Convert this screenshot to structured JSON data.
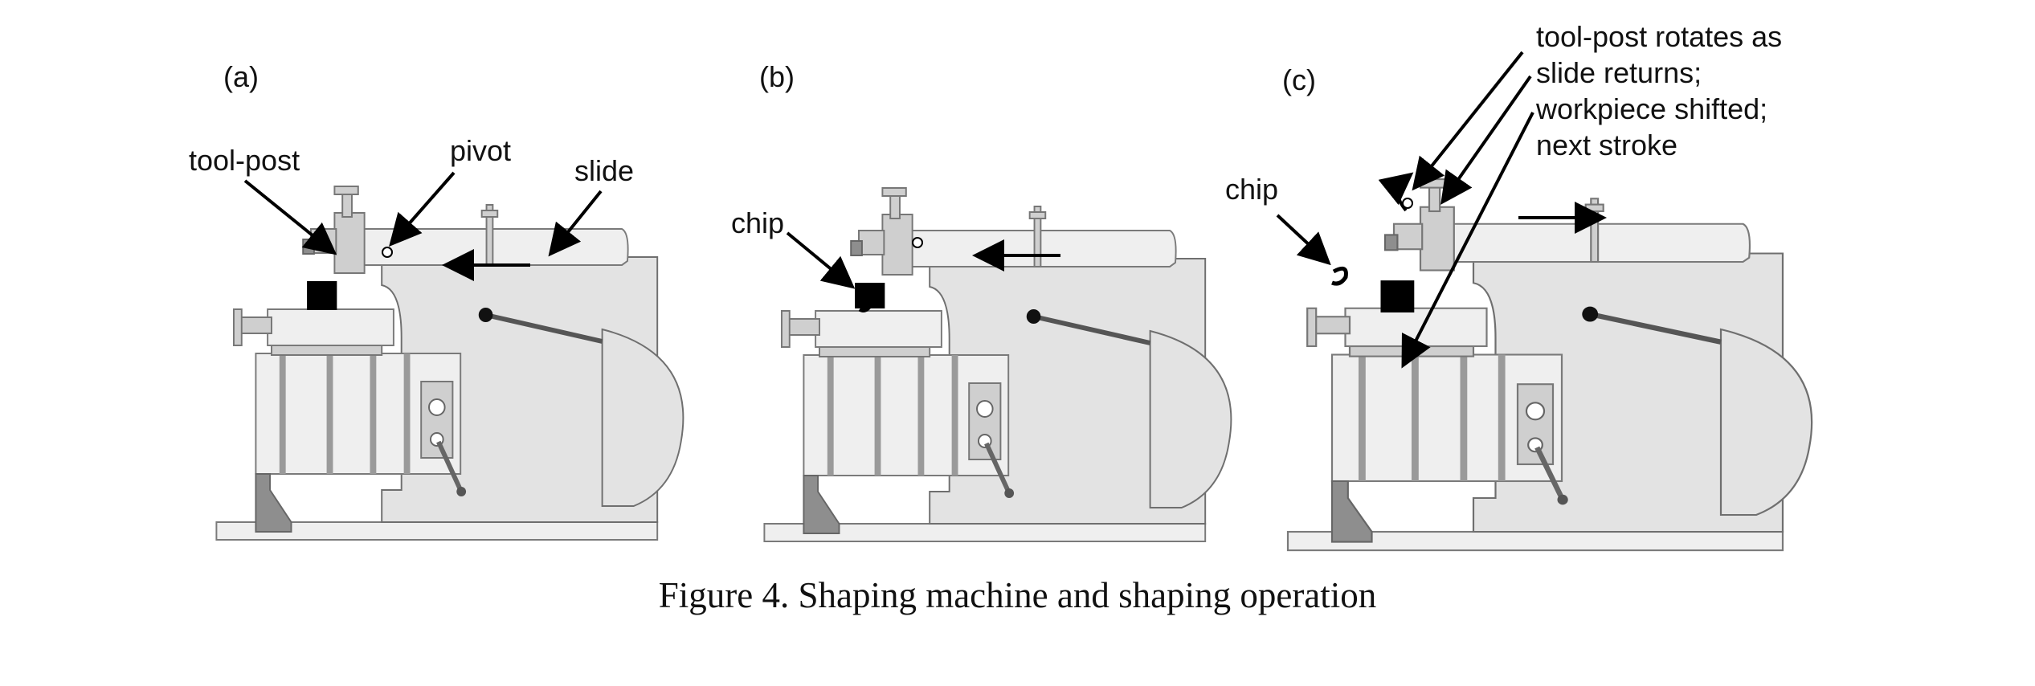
{
  "figure": {
    "caption": "Figure 4. Shaping machine and shaping operation",
    "panels": [
      {
        "id": "a",
        "label": "(a)",
        "annotations": [
          "tool-post",
          "pivot",
          "slide"
        ]
      },
      {
        "id": "b",
        "label": "(b)",
        "annotations": [
          "chip"
        ]
      },
      {
        "id": "c",
        "label": "(c)",
        "annotations": [
          "chip"
        ],
        "note_lines": [
          "tool-post rotates as",
          "slide returns;",
          "workpiece shifted;",
          "next stroke"
        ]
      }
    ],
    "slide_direction": {
      "a": "left",
      "b": "left",
      "c": "right"
    }
  }
}
